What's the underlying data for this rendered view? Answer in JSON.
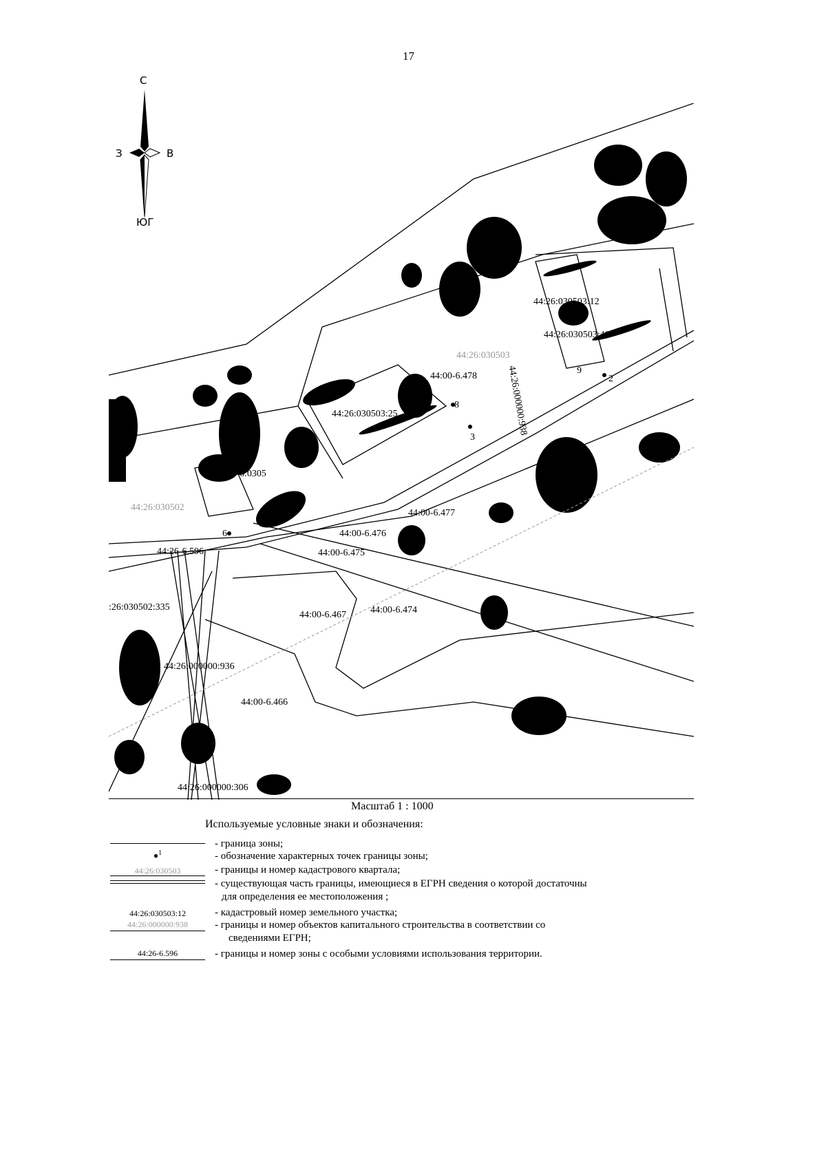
{
  "page_number": "17",
  "compass": {
    "north": "С",
    "west": "З",
    "east": "В",
    "south": "ЮГ"
  },
  "map_labels": {
    "parcel_12": "44:26:030503:12",
    "parcel_40": "44:26:030503:40",
    "quarter_030503": "44:26:030503",
    "zone_478": "44:00-6.478",
    "object_938": "44:26:000000:938",
    "parcel_25": "44:26:030503:25",
    "partial_0305": "6:0305",
    "quarter_030502": "44:26:030502",
    "zone_477": "44:00-6.477",
    "zone_476": "44:00-6.476",
    "zone_596": "44:26-6.596",
    "zone_475": "44:00-6.475",
    "parcel_335": ":26:030502:335",
    "zone_467": "44:00-6.467",
    "zone_474": "44:00-6.474",
    "object_936": "44:26:000000:936",
    "zone_466": "44:00-6.466",
    "object_306": "44:26:000000:306",
    "pt_8": "8",
    "pt_2": "2",
    "pt_3": "3",
    "pt_9": "9",
    "pt_6": "6"
  },
  "scale": "Масштаб 1 : 1000",
  "legend_title": "Используемые условные знаки и обозначения:",
  "legend": [
    {
      "symbol": "",
      "text": "- граница зоны;"
    },
    {
      "symbol": "1",
      "text": "- обозначение характерных точек границы зоны;"
    },
    {
      "symbol": "44:26:030503",
      "text": "- границы и номер кадастрового квартала;"
    },
    {
      "symbol": "",
      "text": "- существующая часть границы, имеющиеся в ЕГРН сведения о которой достаточны",
      "text2": "для определения ее местоположения ;"
    },
    {
      "symbol": "44:26:030503:12",
      "symbol2": "44:26:000000:938",
      "text": "- кадастровый номер земельного участка;"
    },
    {
      "symbol": "",
      "text": "- границы и номер объектов капитального строительства в соответствии со",
      "text2": "сведениями ЕГРН;"
    },
    {
      "symbol": "44:26-6.596",
      "text": "- границы и номер зоны с особыми условиями использования территории."
    }
  ]
}
